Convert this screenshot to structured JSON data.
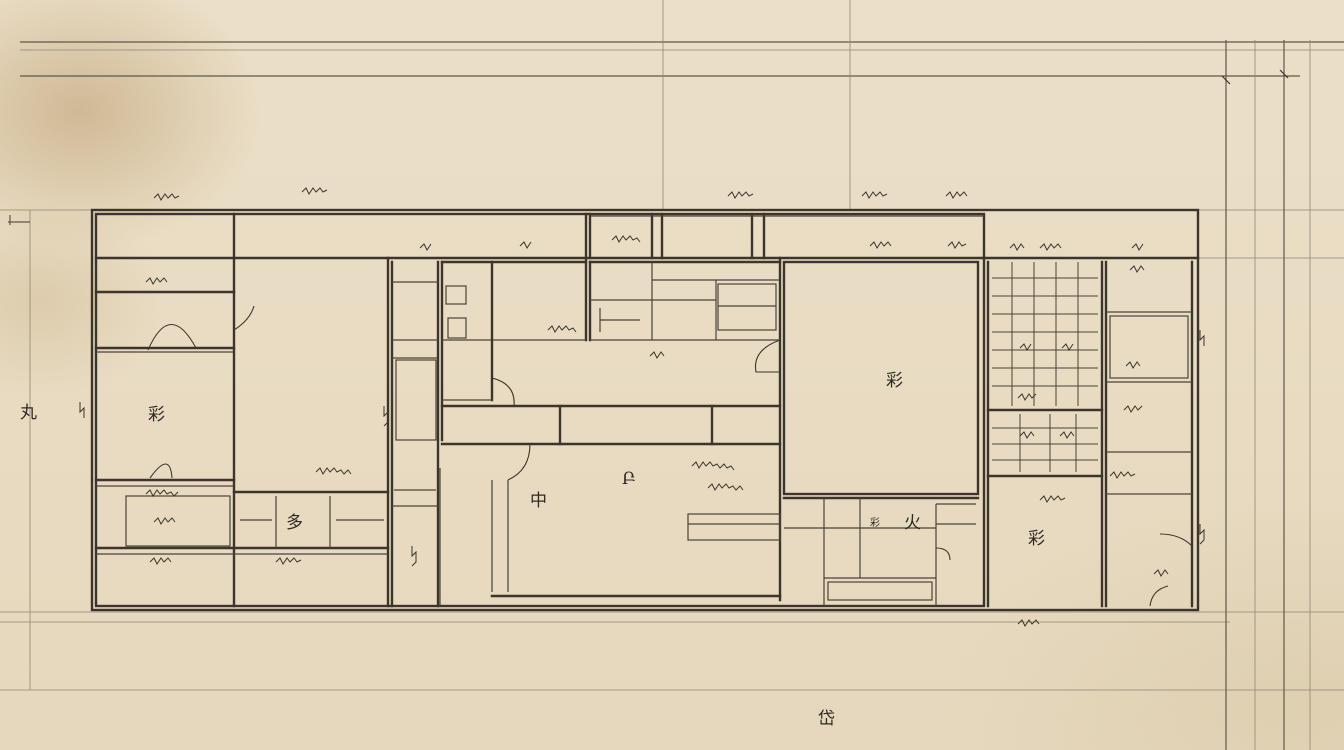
{
  "drawing": {
    "room_characters": [
      "彩",
      "彩",
      "中",
      "Բ",
      "彩",
      "彩",
      "多"
    ],
    "door_glyph": "火",
    "bottom_mark": "岱",
    "left_mark": "丸"
  },
  "colors": {
    "paper": "#e9dcc3",
    "ink": "#3b352c",
    "stain": "#b08c58"
  }
}
